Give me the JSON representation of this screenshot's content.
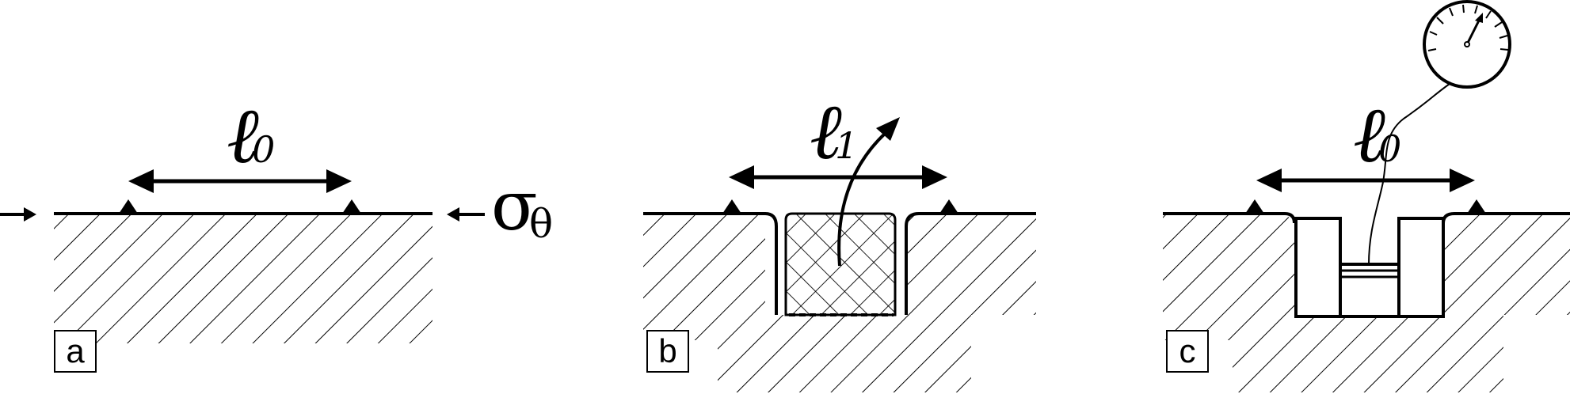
{
  "figure": {
    "panels": [
      {
        "label": "a",
        "length": {
          "symbol": "ℓ",
          "subscript": "0"
        },
        "stress": {
          "symbol": "σ",
          "subscript": "θ"
        }
      },
      {
        "label": "b",
        "length": {
          "symbol": "ℓ",
          "subscript": "1"
        }
      },
      {
        "label": "c",
        "length": {
          "symbol": "ℓ",
          "subscript": "0"
        }
      }
    ]
  },
  "colors": {
    "ink": "#000000",
    "background": "#ffffff"
  },
  "icons": [
    "gauge-icon",
    "pressure-cell",
    "extracted-core",
    "reference-pin-marker"
  ]
}
